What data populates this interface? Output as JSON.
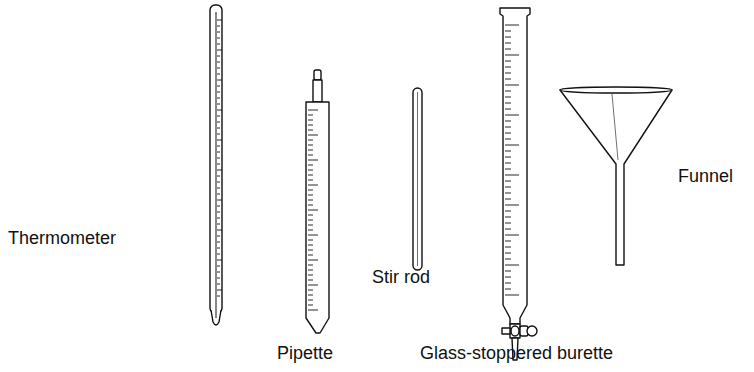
{
  "diagram": {
    "labels": [
      "Thermometer",
      "Pipette",
      "Stir rod",
      "Glass-stoppered burette",
      "Funnel"
    ]
  }
}
